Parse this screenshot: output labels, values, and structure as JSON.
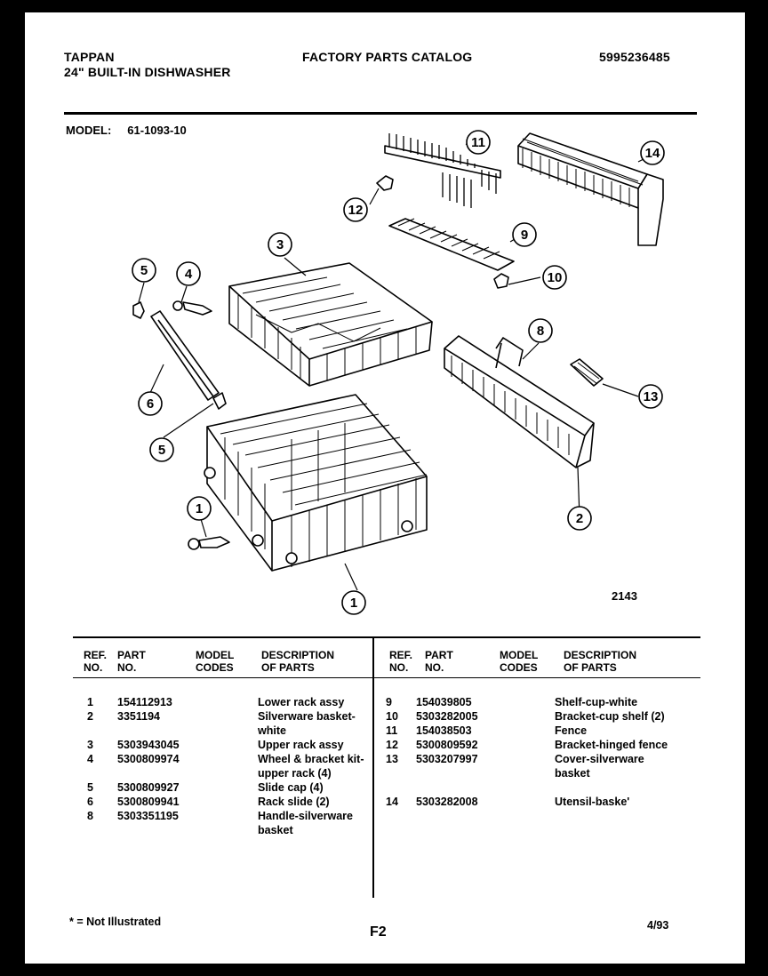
{
  "header": {
    "brand": "TAPPAN",
    "product": "24\" BUILT-IN DISHWASHER",
    "catalog_title": "FACTORY PARTS CATALOG",
    "catalog_number": "5995236485"
  },
  "model": {
    "label": "MODEL:",
    "value": "61-1093-10"
  },
  "figure_number": "2143",
  "callouts": [
    "11",
    "14",
    "12",
    "9",
    "3",
    "5",
    "4",
    "10",
    "8",
    "13",
    "6",
    "5",
    "2",
    "1",
    "1"
  ],
  "table": {
    "headers": {
      "ref": "REF.\nNO.",
      "part": "PART\nNO.",
      "model_codes": "MODEL\nCODES",
      "description": "DESCRIPTION\nOF PARTS"
    },
    "header_labels": {
      "ref1": "REF.",
      "ref2": "NO.",
      "part1": "PART",
      "part2": "NO.",
      "model1": "MODEL",
      "model2": "CODES",
      "desc1": "DESCRIPTION",
      "desc2": "OF PARTS"
    },
    "left_rows": [
      {
        "ref": "1",
        "part": "154112913",
        "desc": "Lower rack assy"
      },
      {
        "ref": "2",
        "part": "3351194",
        "desc": "Silverware basket-"
      },
      {
        "ref": "",
        "part": "",
        "desc": "white"
      },
      {
        "ref": "3",
        "part": "5303943045",
        "desc": "Upper rack assy"
      },
      {
        "ref": "4",
        "part": "5300809974",
        "desc": "Wheel & bracket kit-"
      },
      {
        "ref": "",
        "part": "",
        "desc": "upper rack (4)"
      },
      {
        "ref": "5",
        "part": "5300809927",
        "desc": "Slide cap (4)"
      },
      {
        "ref": "6",
        "part": "5300809941",
        "desc": "Rack slide (2)"
      },
      {
        "ref": "8",
        "part": "5303351195",
        "desc": "Handle-silverware"
      },
      {
        "ref": "",
        "part": "",
        "desc": "basket"
      }
    ],
    "right_rows": [
      {
        "ref": "9",
        "part": "154039805",
        "desc": "Shelf-cup-white"
      },
      {
        "ref": "10",
        "part": "5303282005",
        "desc": "Bracket-cup shelf (2)"
      },
      {
        "ref": "11",
        "part": "154038503",
        "desc": "Fence"
      },
      {
        "ref": "12",
        "part": "5300809592",
        "desc": "Bracket-hinged fence"
      },
      {
        "ref": "13",
        "part": "5303207997",
        "desc": "Cover-silverware"
      },
      {
        "ref": "",
        "part": "",
        "desc": "basket"
      },
      {
        "ref": "",
        "part": "",
        "desc": ""
      },
      {
        "ref": "14",
        "part": "5303282008",
        "desc": "Utensil-baske'"
      }
    ]
  },
  "footnote": "* = Not Illustrated",
  "page": "F2",
  "date": "4/93"
}
